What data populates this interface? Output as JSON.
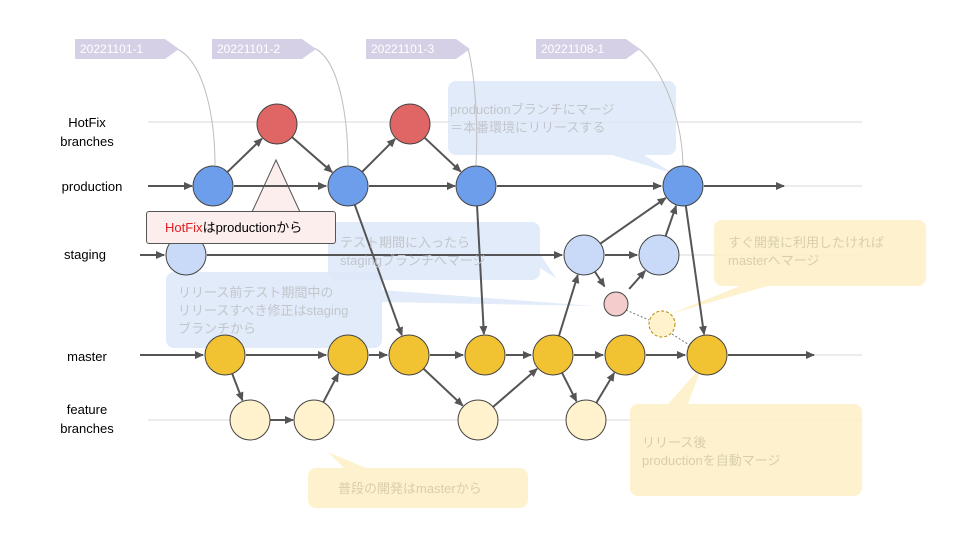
{
  "lanes": {
    "hotfix": [
      "HotFix",
      "branches"
    ],
    "production": "production",
    "staging": "staging",
    "master": "master",
    "feature": [
      "feature",
      "branches"
    ]
  },
  "tags": [
    "20221101-1",
    "20221101-2",
    "20221101-3",
    "20221108-1"
  ],
  "notes": {
    "production_merge": [
      "productionブランチにマージ",
      "＝本番環境にリリースする"
    ],
    "hotfix_from_word": "HotFix",
    "hotfix_from_rest": "はproductionから",
    "test_period": [
      "テスト期間に入ったら",
      "stagingブランチへマージ"
    ],
    "release_fix": [
      "リリース前テスト期間中の",
      "リリースすべき修正はstaging",
      "ブランチから"
    ],
    "dev_now": [
      "すぐ開発に利用したければ",
      "masterへマージ"
    ],
    "after_release": [
      "リリース後",
      "productionを自動マージ"
    ],
    "normal_dev": "普段の開発はmasterから"
  },
  "colors": {
    "hotfix": "#e06666",
    "production": "#6d9eeb",
    "staging": "#c9daf8",
    "master": "#f1c232",
    "feature": "#fff2cc",
    "fix": "#f4cccc",
    "line": "#555555",
    "lane_line": "#d9d9d9",
    "note_blue": "#dde8f8",
    "note_yellow": "#fdf0c4"
  }
}
